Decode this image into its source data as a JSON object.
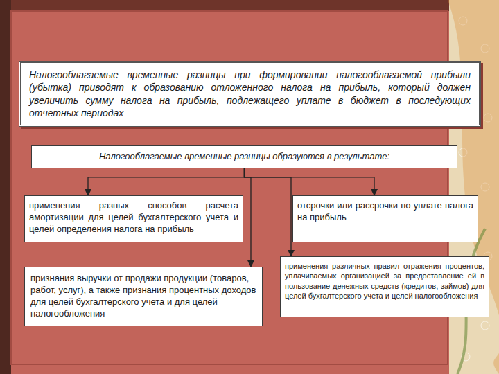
{
  "diagram": {
    "nodes": [
      {
        "text": [
          "Налогооблагаемые временные разницы при формировании налогооблагаемой прибыли (убытка) приводят к образованию отложенного налога на прибыль, который должен увеличить сумму налога на прибыль, подлежащего уплате в бюджет в последующих отчетных периодах"
        ]
      },
      {
        "text": [
          "Налогооблагаемые временные разницы образуются в результате:"
        ]
      },
      {
        "text": [
          "применения разных способов расчета амортизации для целей бухгалтерского учета и целей определения налога на прибыль"
        ]
      },
      {
        "text": [
          "отсрочки или рассрочки по уплате налога на прибыль"
        ]
      },
      {
        "text": [
          "признания выручки от продажи продукции (товаров, работ, услуг), а также признания процентных доходов для целей бухгалтерского учета и для целей налогообложения"
        ]
      },
      {
        "text": [
          "применения различных правил отражения процентов, уплачиваемых организацией за предоставление ей в пользование денежных средств (кредитов, займов) для целей бухгалтерского учета и целей налогообложения"
        ]
      }
    ],
    "edges": [
      {
        "from": 1,
        "to": 2,
        "arrow": "to"
      },
      {
        "from": 1,
        "to": 3,
        "arrow": "to"
      },
      {
        "from": 1,
        "to": 4,
        "arrow": "to"
      },
      {
        "from": 1,
        "to": 5,
        "arrow": "to"
      }
    ]
  }
}
